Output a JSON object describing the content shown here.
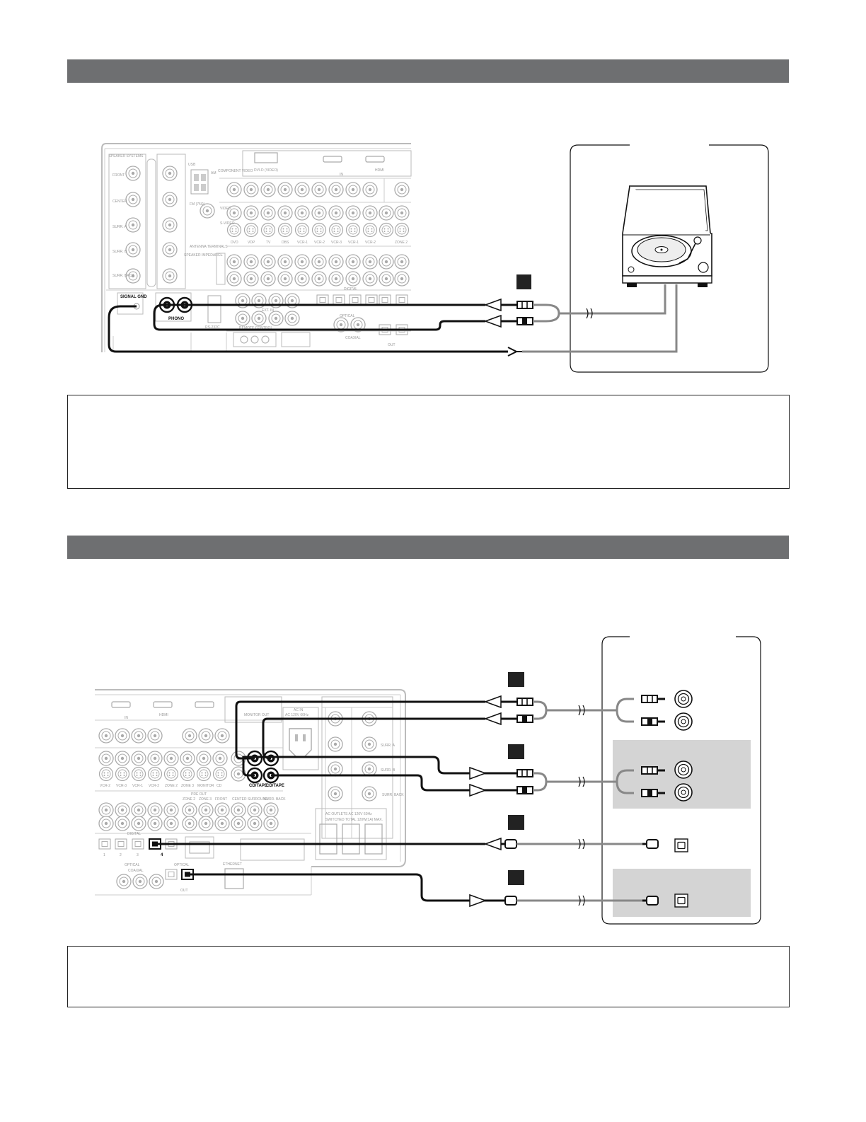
{
  "sections": [
    {
      "id": "turntable"
    },
    {
      "id": "cd-recorder"
    }
  ],
  "panel_top": {
    "speaker_systems_header": "SPEAKER SYSTEMS",
    "speaker_labels": [
      "FRONT",
      "CENTER",
      "SURR. A",
      "SURR. B",
      "SURR. BACK"
    ],
    "usb_label": "USB",
    "dvi_label": "DVI-D (VIDEO)",
    "hdmi_label": "HDMI",
    "in_label": "IN",
    "component_label": "COMPONENT VIDEO",
    "svideo_label": "S-VIDEO",
    "video_label": "VIDEO",
    "fm_label": "FM (75Ω)",
    "am_label": "AM",
    "antenna_label": "ANTENNA TERMINALS",
    "impedance_label": "SPEAKER IMPEDANCE",
    "signal_gnd_label": "SIGNAL GND",
    "phono_label": "PHONO",
    "digital_label": "DIGITAL",
    "optical_label": "OPTICAL",
    "coaxial_label": "COAXIAL",
    "out_label": "OUT",
    "ext_in_label": "EXT. IN",
    "rs232_label": "RS-232C",
    "remote_label": "REMOTE CONTROL",
    "source_labels": [
      "DVD",
      "VDP",
      "TV",
      "DBS",
      "VCR-1",
      "VCR-2",
      "VCR-3",
      "VCR-1",
      "VCR-2",
      "ZONE 2"
    ]
  },
  "panel_bottom": {
    "hdmi_label": "HDMI",
    "in_label": "IN",
    "ac_label": "AC IN",
    "ac_voltage": "AC 120V 60Hz",
    "monitor_label": "MONITOR OUT",
    "cd_tape_label": "CD/TAPE",
    "digital_label": "DIGITAL",
    "optical_label": "OPTICAL",
    "coaxial_label": "COAXIAL",
    "out_label": "OUT",
    "ethernet_label": "ETHERNET",
    "ac_outlets_label": "AC OUTLETS AC 120V 60Hz",
    "switched_label": "SWITCHED TOTAL 120W(1A) MAX.",
    "pre_out_label": "PRE OUT",
    "zone_labels": [
      "ZONE 2",
      "ZONE 3",
      "FRONT",
      "CENTER",
      "SURROUND",
      "SURR. BACK"
    ],
    "surround_labels": [
      "SURR. A",
      "SURR. B",
      "SURR. BACK"
    ],
    "source_labels": [
      "VCR-2",
      "VCR-3",
      "VCR-1",
      "VCR-2",
      "ZONE 2",
      "ZONE 3",
      "MONITOR",
      "CD"
    ],
    "digital_numbers": [
      "1",
      "2",
      "3",
      "4"
    ]
  }
}
